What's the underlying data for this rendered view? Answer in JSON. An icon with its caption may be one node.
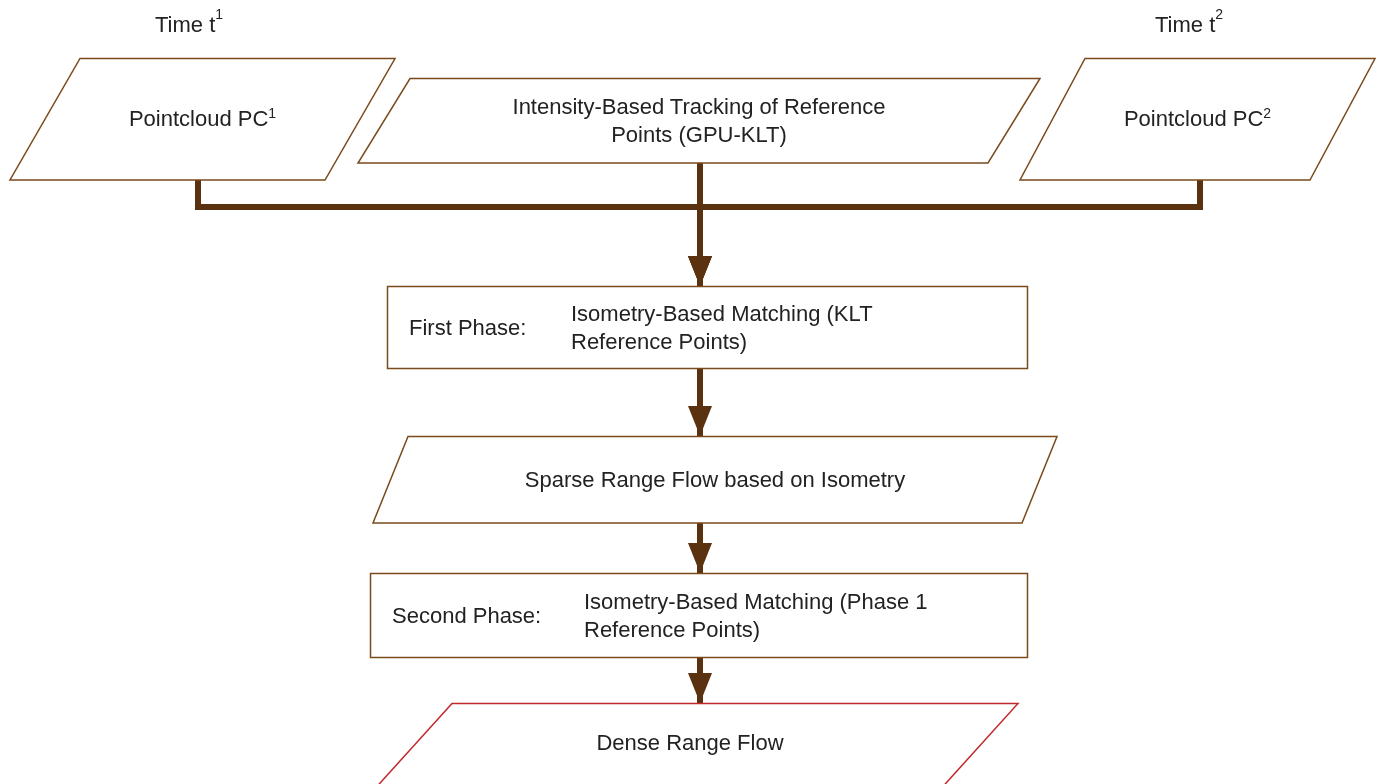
{
  "diagram": {
    "nodes": [
      {
        "text": [
          "Pointcloud   PC$^{1}$"
        ],
        "beside": [
          "Time   t$^{1}$"
        ]
      },
      {
        "text": [
          "Intensity-Based Tracking of Reference Points (GPU-KLT)"
        ]
      },
      {
        "text": [
          "Pointcloud   PC$^{2}$"
        ],
        "beside": [
          "Time   t$^{2}$"
        ]
      },
      {
        "text": [
          "First Phase:",
          "Isometry-Based Matching (KLT Reference Points)"
        ]
      },
      {
        "text": [
          "Sparse Range Flow based on Isometry"
        ]
      },
      {
        "text": [
          "Second Phase:",
          "Isometry-Based Matching (Phase 1 Reference Points)"
        ]
      },
      {
        "text": [
          "Dense Range Flow"
        ]
      }
    ],
    "edges": [
      {
        "from": 0,
        "to": 3,
        "arrow": "to"
      },
      {
        "from": 1,
        "to": 3,
        "arrow": "to"
      },
      {
        "from": 2,
        "to": 3,
        "arrow": "to"
      },
      {
        "from": 3,
        "to": 4,
        "arrow": "to"
      },
      {
        "from": 4,
        "to": 5,
        "arrow": "to"
      },
      {
        "from": 5,
        "to": 6,
        "arrow": "to"
      }
    ]
  }
}
